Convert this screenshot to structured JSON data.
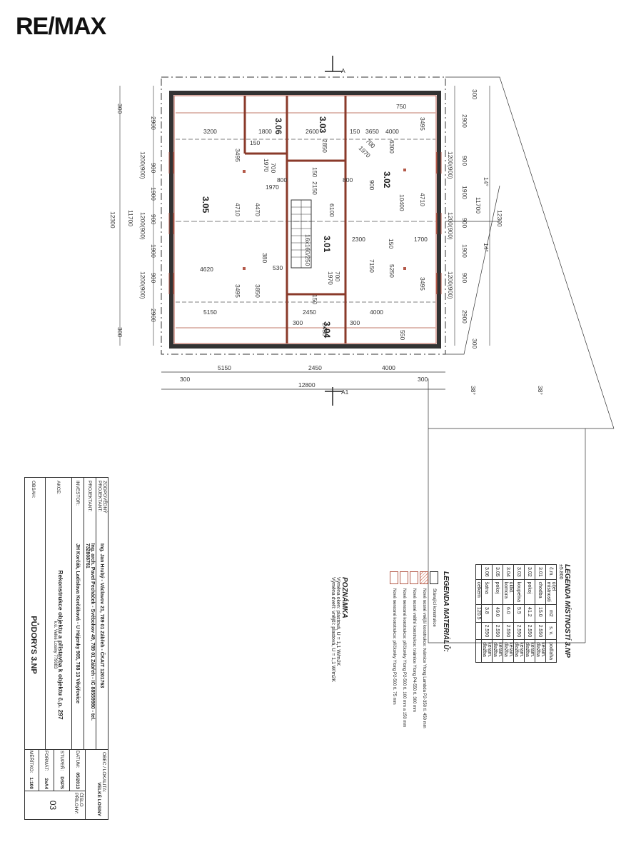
{
  "logo": "RE/MAX",
  "plan": {
    "section_marks": [
      "A",
      "A1"
    ],
    "dims_bottom": [
      "5150",
      "2450",
      "4000",
      "300",
      "300",
      "12800"
    ],
    "dims_top_inner": [
      "3200",
      "1800",
      "2600",
      "150",
      "3650",
      "4000",
      "750"
    ],
    "dims_mid": [
      "4620",
      "530",
      "150",
      "2300",
      "1700"
    ],
    "dims_lower": [
      "5150",
      "2450",
      "4000"
    ],
    "dims_left_vertical": [
      "300",
      "2900",
      "1200(900)",
      "900",
      "1900",
      "900",
      "1200(900)",
      "1900",
      "900",
      "1200(900)",
      "2900",
      "300",
      "12300",
      "11700"
    ],
    "dims_right_vertical": [
      "300",
      "2900",
      "1200(900)",
      "900",
      "1900",
      "900",
      "1200(900)",
      "1900",
      "900",
      "1200(900)",
      "2900",
      "300",
      "12300",
      "11700"
    ],
    "dims_inner_vertical": [
      "3495",
      "4710",
      "3495",
      "4470",
      "3850",
      "1970",
      "700",
      "150",
      "2150",
      "6100",
      "16x160/250",
      "700",
      "1970",
      "150",
      "6300",
      "10400",
      "4710",
      "7150",
      "5250",
      "3495",
      "3495",
      "2850",
      "1970",
      "700",
      "900",
      "150",
      "380",
      "800",
      "800",
      "1970",
      "2450",
      "300",
      "300",
      "550"
    ],
    "angles": [
      "14°",
      "14°",
      "38°",
      "38°"
    ],
    "rooms": [
      {
        "id": "3.06"
      },
      {
        "id": "3.03"
      },
      {
        "id": "3.02"
      },
      {
        "id": "3.05"
      },
      {
        "id": "3.01"
      },
      {
        "id": "3.04"
      }
    ]
  },
  "legend_rooms": {
    "title": "LEGENDA MÍSTNOSTÍ 3.NP",
    "level": "±5.800",
    "headers": [
      "č.m.",
      "účel místnosti",
      "m2",
      "s. v.",
      "podlaha"
    ],
    "rows": [
      [
        "3.01",
        "chodba",
        "15.0",
        "2.550",
        "keram. dlažba"
      ],
      [
        "3.02",
        "pokoj",
        "41.2",
        "2.550",
        "keram. dlažba"
      ],
      [
        "3.03",
        "koupelna",
        "5.5",
        "2.550",
        "keram. dlažba"
      ],
      [
        "3.04",
        "úklid. komora",
        "6.0",
        "2.550",
        "keram. dlažba"
      ],
      [
        "3.05",
        "pokoj",
        "49.0",
        "2.550",
        "keram. dlažba"
      ],
      [
        "3.06",
        "šatna",
        "3.8",
        "2.550",
        "keram. dlažba"
      ]
    ],
    "total_label": "celkem",
    "total_value": "120.5"
  },
  "legend_materials": {
    "title": "LEGENDA MATERIÁLŮ:",
    "items": [
      "Stávající konstrukce",
      "Nové nosné vnější konstrukce: tvárnice Ytong Lambda P2-350 tl. 450 mm",
      "Nové nosné vnitřní konstrukce: tvárnice Ytong P4-550 tl. 300 mm",
      "Nové nenosné konstrukce: příčkovky Ytong P2-500 tl. 100 mm a 150 mm",
      "Nové nenosné konstrukce: příčkovky Ytong P2-500 tl. 75 mm"
    ]
  },
  "note": {
    "title": "POZNÁMKA",
    "lines": [
      "Výměna oken: plastová, U = 1,1 W/m2K",
      "Výměna dveří: vnější: plastová, U = 1,1 W/m2K"
    ]
  },
  "title_block": {
    "rows": [
      {
        "label": "ZODPOVĚDNÝ PROJEKTANT:",
        "value": "Ing. Jan Hrubý - Václavov 21, 789 01 Zábřeh - ČKAIT 1201763"
      },
      {
        "label": "PROJEKTANT:",
        "value": "Ing. arch. Pavel Pecháček - Svébohov 49, 789 01 Zábřeh - IČ 88559980 - tel. 732808761"
      },
      {
        "label": "INVESTOR:",
        "value": "JH Korčák, Ladislava Korčáková - U Hájenky 905, 788 13 Vikýřovice"
      },
      {
        "label": "AKCE:",
        "value": "Rekonstrukce objektu a přístavba k objektu č.p. 297",
        "sub": "k.ú. Velké Losiny 779083"
      },
      {
        "label": "OBSAH:",
        "value": "PŮDORYS 3.NP"
      }
    ],
    "meta": [
      {
        "label": "OBEC / LOKALITA:",
        "value": "VELKÉ LOSINY"
      },
      {
        "label": "DATUM:",
        "value": "05/2013"
      },
      {
        "label": "STUPEŇ:",
        "value": "DSPS"
      },
      {
        "label": "FORMÁT:",
        "value": "2xA4"
      },
      {
        "label": "MĚŘÍTKO:",
        "value": "1:100"
      }
    ],
    "attachment_label": "ČÍSLO PŘÍLOHY:",
    "attachment_value": "03"
  }
}
